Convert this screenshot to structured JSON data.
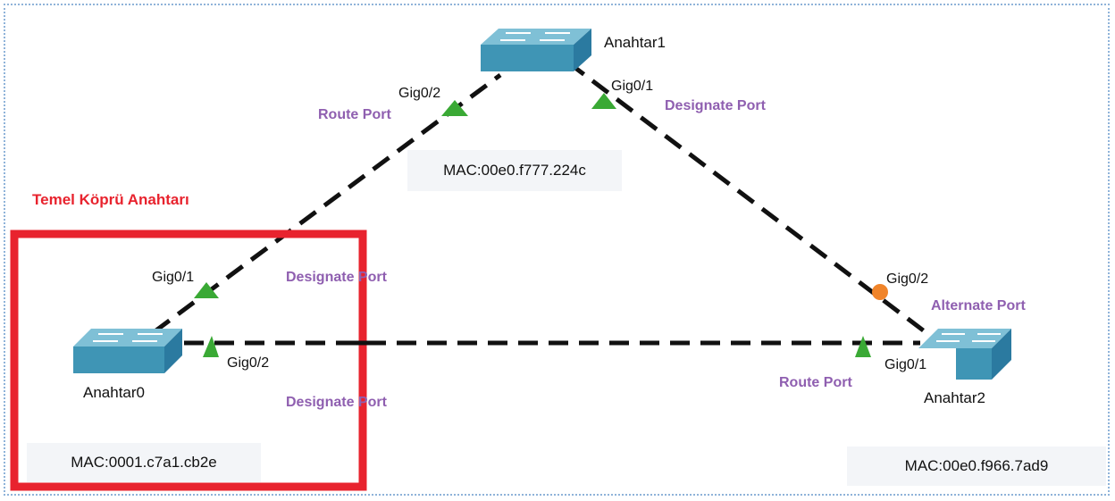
{
  "title": "Temel Köprü Anahtarı",
  "switches": {
    "s0": {
      "name": "Anahtar0",
      "mac": "MAC:0001.c7a1.cb2e"
    },
    "s1": {
      "name": "Anahtar1",
      "mac": "MAC:00e0.f777.224c"
    },
    "s2": {
      "name": "Anahtar2",
      "mac": "MAC:00e0.f966.7ad9"
    }
  },
  "ports": {
    "s1_g02": "Gig0/2",
    "s1_g01": "Gig0/1",
    "s0_g01": "Gig0/1",
    "s0_g02": "Gig0/2",
    "s2_g02": "Gig0/2",
    "s2_g01": "Gig0/1"
  },
  "roles": {
    "s1_g02": "Route Port",
    "s1_g01": "Designate Port",
    "s0_g01": "Designate Port",
    "s0_g02": "Designate Port",
    "s2_g02": "Alternate Port",
    "s2_g01": "Route Port"
  },
  "colors": {
    "forwarding": "#3aa935",
    "blocking": "#f0842a",
    "root_bridge_box": "#e8232e",
    "role_text": "#8f5fb0",
    "switch_top": "#6fb6cf",
    "switch_side": "#2f86a8"
  }
}
